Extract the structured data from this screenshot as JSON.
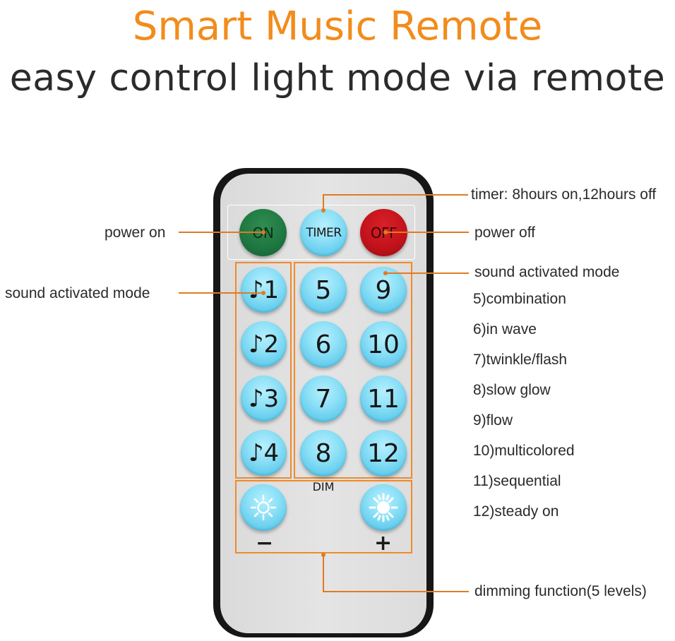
{
  "header": {
    "title": "Smart Music Remote",
    "subtitle": "easy control light mode via remote"
  },
  "colors": {
    "title": "#f28c1c",
    "callout_line": "#e07a22",
    "button_blue": "#8de0f6",
    "button_on": "#1e7640",
    "button_off": "#c0121b"
  },
  "remote": {
    "on_label": "ON",
    "timer_label": "TIMER",
    "off_label": "OFF",
    "music_buttons": [
      "♪1",
      "♪2",
      "♪3",
      "♪4"
    ],
    "number_buttons": [
      "5",
      "9",
      "6",
      "10",
      "7",
      "11",
      "8",
      "12"
    ],
    "dim_label": "DIM",
    "dim_minus": "−",
    "dim_plus": "+",
    "dim_minus_icon": "sun-outline-icon",
    "dim_plus_icon": "sun-filled-icon"
  },
  "callouts": {
    "timer": "timer: 8hours on,12hours off",
    "power_on": "power on",
    "power_off": "power off",
    "sound_left": "sound activated mode",
    "sound_right": "sound activated mode",
    "dimming": "dimming function(5 levels)"
  },
  "modes": [
    "5)combination",
    "6)in wave",
    "7)twinkle/flash",
    "8)slow glow",
    "9)flow",
    "10)multicolored",
    "11)sequential",
    "12)steady on"
  ]
}
